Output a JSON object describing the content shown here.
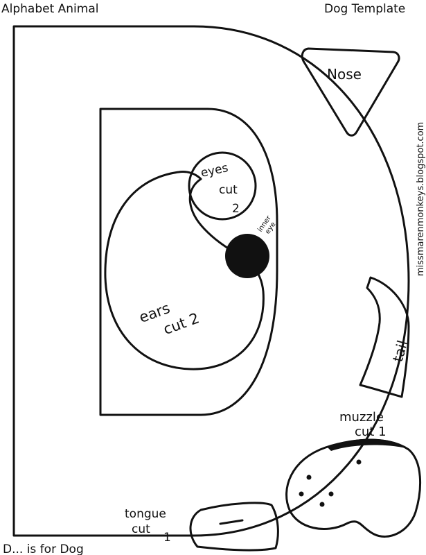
{
  "header": {
    "left_title": "Alphabet Animal",
    "right_title": "Dog Template"
  },
  "side_credit": "missmarenmonkeys.blogspot.com",
  "pieces": {
    "nose": "Nose",
    "eyes": [
      "eyes",
      "cut",
      "2"
    ],
    "inner_eye": [
      "inner",
      "eye"
    ],
    "ears": [
      "ears",
      "cut 2"
    ],
    "tail": "tail",
    "muzzle": [
      "muzzle",
      "cut 1"
    ],
    "tongue": [
      "tongue",
      "cut",
      "1"
    ]
  },
  "footer": "D... is for Dog"
}
